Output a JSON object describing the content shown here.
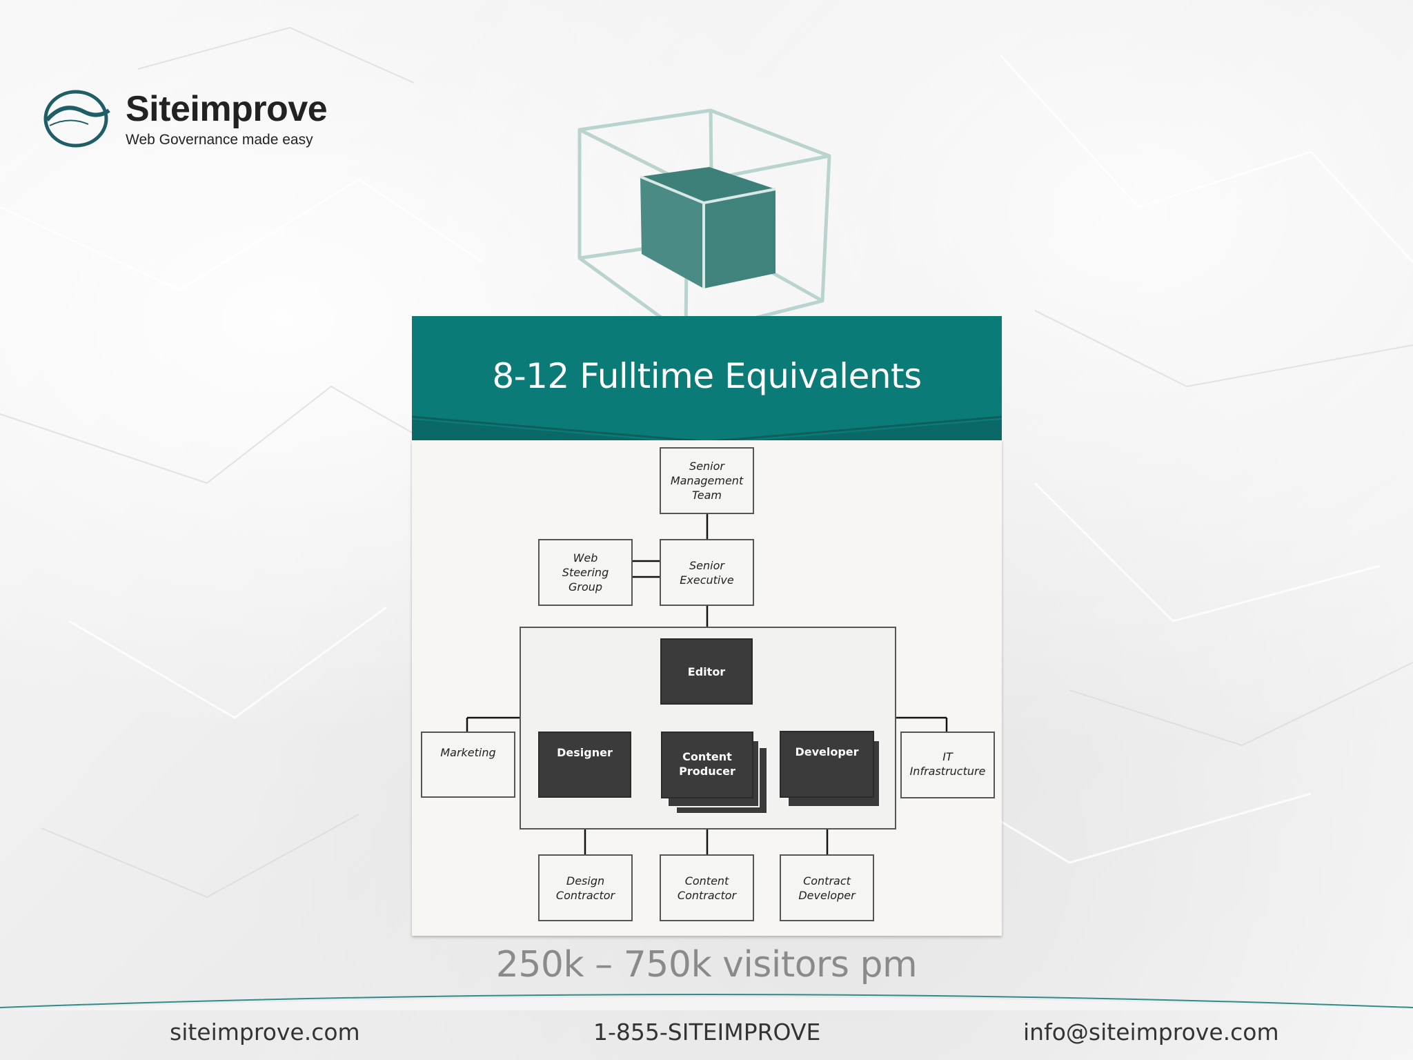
{
  "brand": {
    "name": "Siteimprove",
    "tagline": "Web Governance made easy",
    "accent_color": "#0b7b78",
    "icon": "wave-logo-icon"
  },
  "banner": {
    "title": "8-12 Fulltime Equivalents",
    "color": "#0b7b78"
  },
  "org_chart": {
    "senior_management": "Senior Management Team",
    "web_steering_group": "Web Steering Group",
    "senior_executive": "Senior Executive",
    "editor": "Editor",
    "marketing": "Marketing",
    "designer": "Designer",
    "content_producer": "Content Producer",
    "developer": "Developer",
    "it_infrastructure": "IT Infrastructure",
    "design_contractor": "Design Contractor",
    "content_contractor": "Content Contractor",
    "contract_developer": "Contract Developer"
  },
  "visitors": "250k – 750k visitors pm",
  "footer": {
    "website": "siteimprove.com",
    "phone": "1-855-SITEIMPROVE",
    "email": "info@siteimprove.com"
  }
}
